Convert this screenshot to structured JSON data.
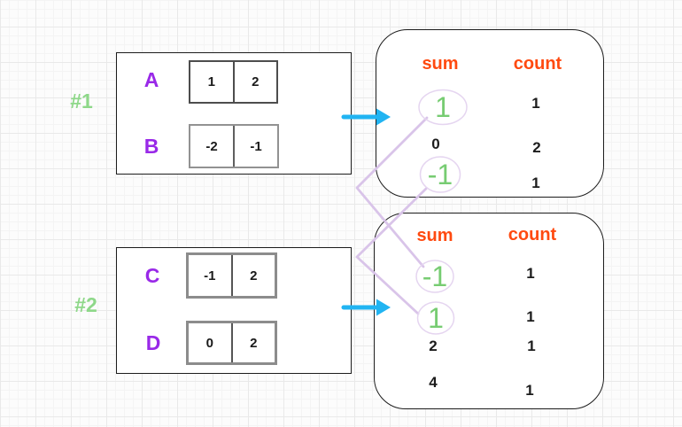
{
  "groups": [
    {
      "label": "#1",
      "arrays": [
        {
          "name": "A",
          "cells": [
            "1",
            "2"
          ]
        },
        {
          "name": "B",
          "cells": [
            "-2",
            "-1"
          ]
        }
      ],
      "result": {
        "sum_header": "sum",
        "count_header": "count",
        "rows": [
          {
            "sum": "1",
            "count": "1",
            "highlighted": true
          },
          {
            "sum": "0",
            "count": "2",
            "highlighted": false
          },
          {
            "sum": "-1",
            "count": "1",
            "highlighted": true
          }
        ]
      }
    },
    {
      "label": "#2",
      "arrays": [
        {
          "name": "C",
          "cells": [
            "-1",
            "2"
          ]
        },
        {
          "name": "D",
          "cells": [
            "0",
            "2"
          ]
        }
      ],
      "result": {
        "sum_header": "sum",
        "count_header": "count",
        "rows": [
          {
            "sum": "-1",
            "count": "1",
            "highlighted": true
          },
          {
            "sum": "1",
            "count": "1",
            "highlighted": true
          },
          {
            "sum": "2",
            "count": "1",
            "highlighted": false
          },
          {
            "sum": "4",
            "count": "1",
            "highlighted": false
          }
        ]
      }
    }
  ],
  "connections": [
    {
      "from_group": "#1",
      "from_sum": "1",
      "to_group": "#2",
      "to_sum": "-1"
    },
    {
      "from_group": "#1",
      "from_sum": "-1",
      "to_group": "#2",
      "to_sum": "1"
    }
  ],
  "colors": {
    "group_label_green": "#8ed889",
    "highlight_sum_green": "#77cc72",
    "array_letter_purple": "#9929e8",
    "header_orange": "#ff4a10",
    "arrow_cyan": "#21b4f2",
    "connector_lavender": "#d9c4e9",
    "grid_line": "#e9e9e9"
  }
}
